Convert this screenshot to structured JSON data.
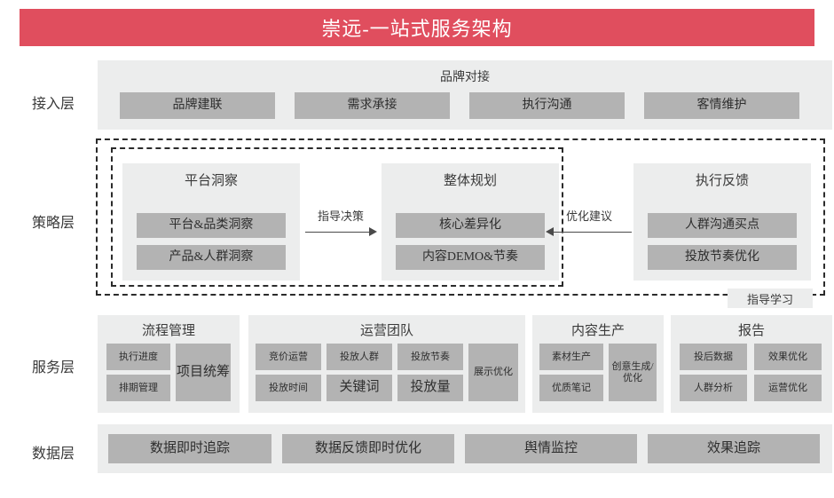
{
  "header": {
    "title": "崇远-一站式服务架构",
    "accent_color": "#e04e5e"
  },
  "palette": {
    "panel_bg": "#eceded",
    "box_bg": "#b3b3b3",
    "dashed_border": "#2b2b2b"
  },
  "layers": {
    "access": {
      "label": "接入层"
    },
    "strategy": {
      "label": "策略层"
    },
    "service": {
      "label": "服务层"
    },
    "data": {
      "label": "数据层"
    }
  },
  "access": {
    "title": "品牌对接",
    "boxes": [
      {
        "label": "品牌建联"
      },
      {
        "label": "需求承接"
      },
      {
        "label": "执行沟通"
      },
      {
        "label": "客情维护"
      }
    ]
  },
  "strategy": {
    "panels": [
      {
        "title": "平台洞察",
        "boxes": [
          {
            "label": "平台&品类洞察"
          },
          {
            "label": "产品&人群洞察"
          }
        ]
      },
      {
        "title": "整体规划",
        "boxes": [
          {
            "label": "核心差异化"
          },
          {
            "label": "内容DEMO&节奏"
          }
        ]
      },
      {
        "title": "执行反馈",
        "boxes": [
          {
            "label": "人群沟通买点"
          },
          {
            "label": "投放节奏优化"
          }
        ]
      }
    ],
    "arrows": [
      {
        "label": "指导决策",
        "direction": "right"
      },
      {
        "label": "优化建议",
        "direction": "left"
      }
    ],
    "outer_label": "指导学习"
  },
  "service": {
    "panels": [
      {
        "title": "流程管理",
        "boxes": [
          {
            "label": "执行进度"
          },
          {
            "label": "排期管理"
          }
        ],
        "tall_box": {
          "label": "项目统筹"
        }
      },
      {
        "title": "运营团队",
        "boxes": [
          {
            "label": "竞价运营"
          },
          {
            "label": "投放人群"
          },
          {
            "label": "投放节奏"
          },
          {
            "label": "投放时间"
          },
          {
            "label": "关键词"
          },
          {
            "label": "投放量"
          }
        ],
        "tall_box": {
          "label": "展示优化"
        }
      },
      {
        "title": "内容生产",
        "boxes": [
          {
            "label": "素材生产"
          },
          {
            "label": "优质笔记"
          }
        ],
        "tall_box": {
          "label": "创意生成/优化"
        }
      },
      {
        "title": "报告",
        "boxes": [
          {
            "label": "投后数据"
          },
          {
            "label": "效果优化"
          },
          {
            "label": "人群分析"
          },
          {
            "label": "运营优化"
          }
        ]
      }
    ]
  },
  "data": {
    "boxes": [
      {
        "label": "数据即时追踪"
      },
      {
        "label": "数据反馈即时优化"
      },
      {
        "label": "舆情监控"
      },
      {
        "label": "效果追踪"
      }
    ]
  }
}
